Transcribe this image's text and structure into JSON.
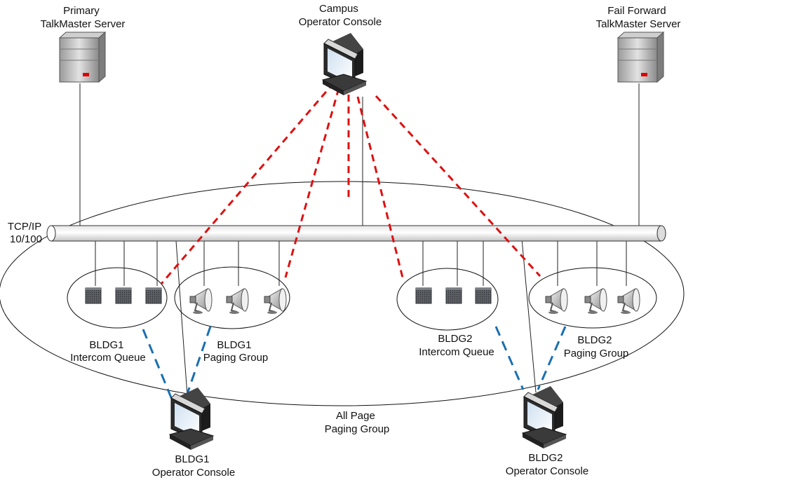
{
  "labels": {
    "primary_server": [
      "Primary",
      "TalkMaster Server"
    ],
    "failforward_server": [
      "Fail Forward",
      "TalkMaster Server"
    ],
    "campus_console": [
      "Campus",
      "Operator Console"
    ],
    "network": [
      "TCP/IP",
      "10/100"
    ],
    "bldg1_intercom": [
      "BLDG1",
      "Intercom Queue"
    ],
    "bldg1_paging": [
      "BLDG1",
      "Paging Group"
    ],
    "bldg2_intercom": [
      "BLDG2",
      "Intercom Queue"
    ],
    "bldg2_paging": [
      "BLDG2",
      "Paging Group"
    ],
    "all_page": [
      "All Page",
      "Paging Group"
    ],
    "bldg1_console": [
      "BLDG1",
      "Operator Console"
    ],
    "bldg2_console": [
      "BLDG2",
      "Operator Console"
    ]
  },
  "colors": {
    "campus_link": "#dd1111",
    "building_link": "#1a6fb0",
    "wire": "#222222",
    "server_led": "#e00000"
  },
  "icons": {
    "server": "server-icon",
    "console": "monitor-icon",
    "intercom": "intercom-icon",
    "speaker": "speaker-horn-icon"
  }
}
